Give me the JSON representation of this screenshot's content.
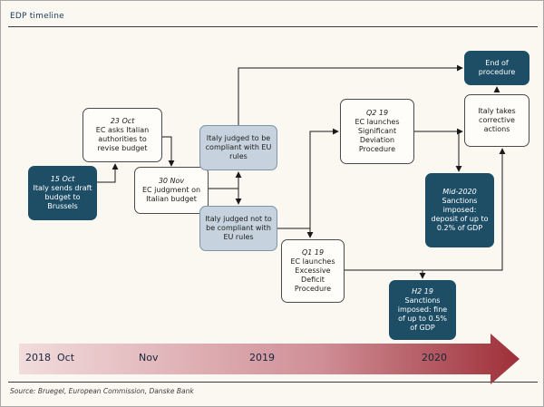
{
  "colors": {
    "box_dark": "#1d4e66",
    "box_light": "#c6d3de",
    "timeline_start": "#f2dcdc",
    "timeline_mid": "#d08f97",
    "timeline_end": "#9e2f38",
    "connector": "#1a1a1a"
  },
  "header": {
    "title": "EDP timeline"
  },
  "footer": {
    "source": "Source: Bruegel, European Commission, Danske Bank"
  },
  "boxes": [
    {
      "date": "15 Oct",
      "text": "Italy sends draft budget to Brussels"
    },
    {
      "date": "23 Oct",
      "text": "EC asks Italian authorities to revise budget"
    },
    {
      "date": "30 Nov",
      "text": "EC judgment on Italian budget"
    },
    {
      "date": "",
      "text": "Italy judged to be compliant with EU rules"
    },
    {
      "date": "",
      "text": "Italy judged not to be compliant with EU rules"
    },
    {
      "date": "Q2 19",
      "text": "EC launches Significant Deviation Procedure"
    },
    {
      "date": "Q1 19",
      "text": "EC launches Excessive Deficit Procedure"
    },
    {
      "date": "Mid-2020",
      "text": "Sanctions imposed: deposit of up to 0.2% of GDP"
    },
    {
      "date": "H2 19",
      "text": "Sanctions imposed: fine of up to 0.5% of GDP"
    },
    {
      "date": "",
      "text": "Italy takes corrective actions"
    },
    {
      "date": "",
      "text": "End of procedure"
    }
  ],
  "timeline": {
    "labels": [
      "2018",
      "Oct",
      "Nov",
      "2019",
      "2020"
    ]
  }
}
